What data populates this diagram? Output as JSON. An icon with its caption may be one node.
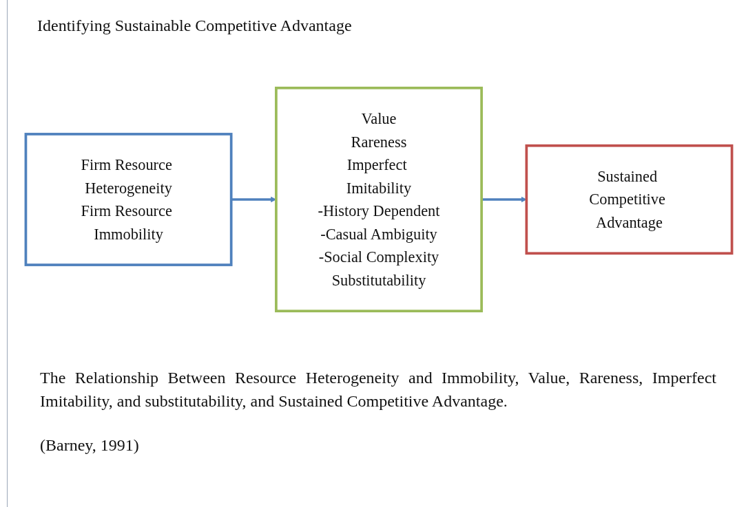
{
  "diagram": {
    "title": "Identifying Sustainable Competitive Advantage",
    "caption": "The Relationship Between Resource Heterogeneity and Immobility, Value, Rareness, Imperfect Imitability, and substitutability, and Sustained Competitive Advantage.",
    "nodes": [
      {
        "text": [
          "Firm Resource Heterogeneity",
          "Firm Resource Immobility"
        ]
      },
      {
        "text": [
          "Value",
          "Rareness",
          "Imperfect Imitability",
          "-History Dependent",
          "-Casual Ambiguity",
          "-Social Complexity",
          "Substitutability"
        ]
      },
      {
        "text": [
          "Sustained Competitive Advantage"
        ]
      }
    ],
    "edges": [
      {
        "from": 0,
        "to": 1,
        "arrow": "to"
      },
      {
        "from": 1,
        "to": 2,
        "arrow": "to"
      }
    ],
    "labels": [
      "(Barney, 1991)"
    ]
  }
}
